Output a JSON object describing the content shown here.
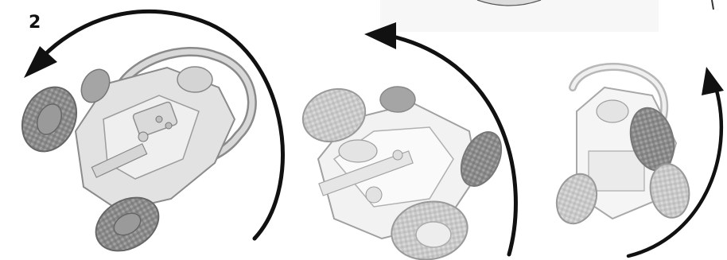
{
  "instruction": {
    "step_number": "2"
  },
  "icons": {
    "rotation_arrow_1": "curved-arrow-counterclockwise",
    "rotation_arrow_2": "curved-arrow-counterclockwise",
    "rotation_arrow_3": "curved-arrow-up"
  },
  "colors": {
    "arrow": "#111111",
    "tire": "#8e8e8e",
    "chassis": "#e8e8e8",
    "outline": "#7a7a7a"
  }
}
